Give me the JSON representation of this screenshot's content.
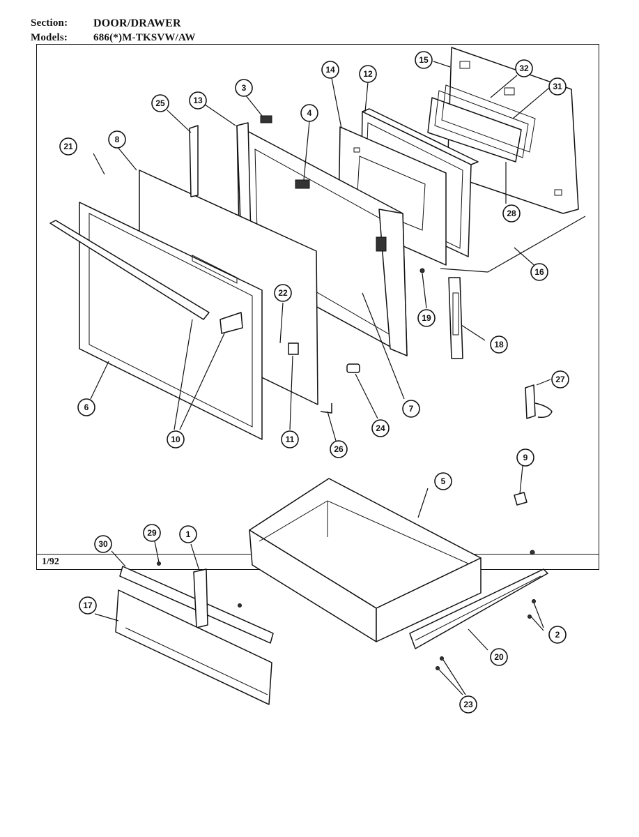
{
  "header": {
    "section_label": "Section:",
    "section_value": "DOOR/DRAWER",
    "models_label": "Models:",
    "models_value": "686(*)M-TKSVW/AW"
  },
  "footer": {
    "date": "1/92"
  },
  "callouts": [
    "1",
    "2",
    "3",
    "4",
    "5",
    "6",
    "7",
    "8",
    "9",
    "10",
    "11",
    "12",
    "13",
    "14",
    "15",
    "16",
    "17",
    "18",
    "19",
    "20",
    "21",
    "22",
    "23",
    "24",
    "25",
    "26",
    "27",
    "28",
    "29",
    "30",
    "31",
    "32"
  ]
}
